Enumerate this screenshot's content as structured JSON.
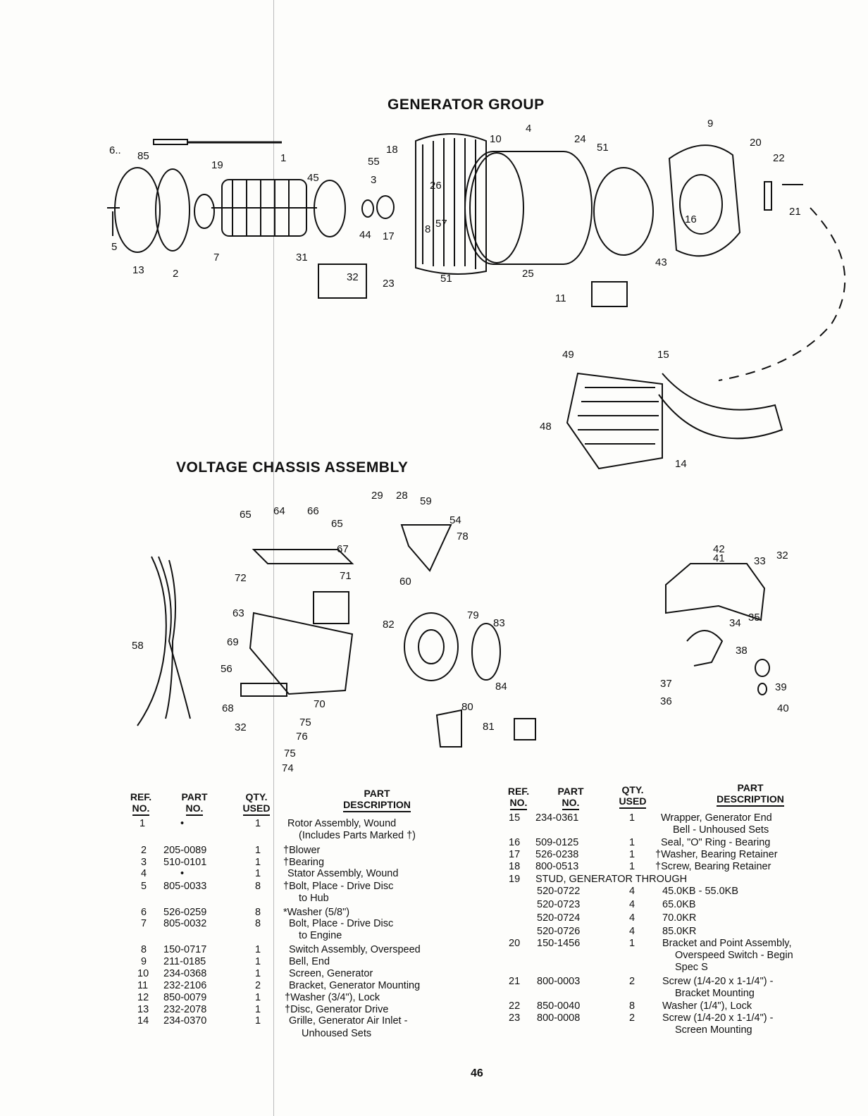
{
  "titles": {
    "generator_group": "GENERATOR GROUP",
    "voltage_chassis": "VOLTAGE CHASSIS ASSEMBLY"
  },
  "callouts": {
    "generator": [
      "6..",
      "85",
      "19",
      "1",
      "5",
      "13",
      "2",
      "7",
      "45",
      "3",
      "31",
      "44",
      "17",
      "55",
      "18",
      "26",
      "8",
      "57",
      "10",
      "4",
      "24",
      "51",
      "9",
      "20",
      "22",
      "21",
      "16",
      "43",
      "23",
      "51",
      "25",
      "11",
      "32"
    ],
    "wrapper": [
      "49",
      "48",
      "15",
      "14"
    ],
    "voltage": [
      "65",
      "64",
      "66",
      "65",
      "67",
      "72",
      "71",
      "63",
      "58",
      "69",
      "56",
      "68",
      "70",
      "75",
      "76",
      "75",
      "74",
      "32",
      "29",
      "28",
      "59",
      "54",
      "78",
      "60",
      "82",
      "79",
      "83",
      "84",
      "80",
      "81",
      "42",
      "41",
      "33",
      "32",
      "34",
      "35",
      "38",
      "37",
      "36",
      "39",
      "40"
    ]
  },
  "table_headers": {
    "ref_no": [
      "REF.",
      "NO."
    ],
    "part_no": [
      "PART",
      "NO."
    ],
    "qty_used": [
      "QTY.",
      "USED"
    ],
    "part_description": [
      "PART",
      "DESCRIPTION"
    ]
  },
  "left_rows": [
    {
      "ref": "1",
      "part": "•",
      "qty": "1",
      "desc": [
        "Rotor Assembly, Wound",
        "(Includes Parts Marked †)"
      ]
    },
    {
      "ref": "2",
      "part": "205-0089",
      "qty": "1",
      "desc": [
        "†Blower"
      ]
    },
    {
      "ref": "3",
      "part": "510-0101",
      "qty": "1",
      "desc": [
        "†Bearing"
      ]
    },
    {
      "ref": "4",
      "part": "•",
      "qty": "1",
      "desc": [
        "Stator Assembly, Wound"
      ]
    },
    {
      "ref": "5",
      "part": "805-0033",
      "qty": "8",
      "desc": [
        "†Bolt, Place - Drive Disc",
        "to Hub"
      ]
    },
    {
      "ref": "6",
      "part": "526-0259",
      "qty": "8",
      "desc": [
        "*Washer (5/8\")"
      ]
    },
    {
      "ref": "7",
      "part": "805-0032",
      "qty": "8",
      "desc": [
        "Bolt, Place - Drive Disc",
        "to Engine"
      ]
    },
    {
      "ref": "8",
      "part": "150-0717",
      "qty": "1",
      "desc": [
        "Switch Assembly, Overspeed"
      ]
    },
    {
      "ref": "9",
      "part": "211-0185",
      "qty": "1",
      "desc": [
        "Bell, End"
      ]
    },
    {
      "ref": "10",
      "part": "234-0368",
      "qty": "1",
      "desc": [
        "Screen, Generator"
      ]
    },
    {
      "ref": "11",
      "part": "232-2106",
      "qty": "2",
      "desc": [
        "Bracket, Generator Mounting"
      ]
    },
    {
      "ref": "12",
      "part": "850-0079",
      "qty": "1",
      "desc": [
        "†Washer (3/4\"), Lock"
      ]
    },
    {
      "ref": "13",
      "part": "232-2078",
      "qty": "1",
      "desc": [
        "†Disc, Generator Drive"
      ]
    },
    {
      "ref": "14",
      "part": "234-0370",
      "qty": "1",
      "desc": [
        "Grille, Generator Air Inlet -",
        "Unhoused Sets"
      ]
    }
  ],
  "right_rows": [
    {
      "ref": "15",
      "part": "234-0361",
      "qty": "1",
      "desc": [
        "Wrapper, Generator End",
        "Bell - Unhoused Sets"
      ]
    },
    {
      "ref": "16",
      "part": "509-0125",
      "qty": "1",
      "desc": [
        "Seal, \"O\" Ring - Bearing"
      ]
    },
    {
      "ref": "17",
      "part": "526-0238",
      "qty": "1",
      "desc": [
        "†Washer, Bearing Retainer"
      ]
    },
    {
      "ref": "18",
      "part": "800-0513",
      "qty": "1",
      "desc": [
        "†Screw, Bearing Retainer"
      ]
    },
    {
      "ref": "19",
      "part": "STUD, GENERATOR THROUGH",
      "qty": "",
      "desc": []
    },
    {
      "ref": "",
      "part": "520-0722",
      "qty": "4",
      "desc": [
        "45.0KB - 55.0KB"
      ]
    },
    {
      "ref": "",
      "part": "520-0723",
      "qty": "4",
      "desc": [
        "65.0KB"
      ]
    },
    {
      "ref": "",
      "part": "520-0724",
      "qty": "4",
      "desc": [
        "70.0KR"
      ]
    },
    {
      "ref": "",
      "part": "520-0726",
      "qty": "4",
      "desc": [
        "85.0KR"
      ]
    },
    {
      "ref": "20",
      "part": "150-1456",
      "qty": "1",
      "desc": [
        "Bracket and Point Assembly,",
        "Overspeed Switch - Begin",
        "Spec S"
      ]
    },
    {
      "ref": "21",
      "part": "800-0003",
      "qty": "2",
      "desc": [
        "Screw (1/4-20 x 1-1/4\") -",
        "Bracket Mounting"
      ]
    },
    {
      "ref": "22",
      "part": "850-0040",
      "qty": "8",
      "desc": [
        "Washer (1/4\"), Lock"
      ]
    },
    {
      "ref": "23",
      "part": "800-0008",
      "qty": "2",
      "desc": [
        "Screw (1/4-20 x 1-1/4\") -",
        "Screen Mounting"
      ]
    }
  ],
  "page_number": "46"
}
